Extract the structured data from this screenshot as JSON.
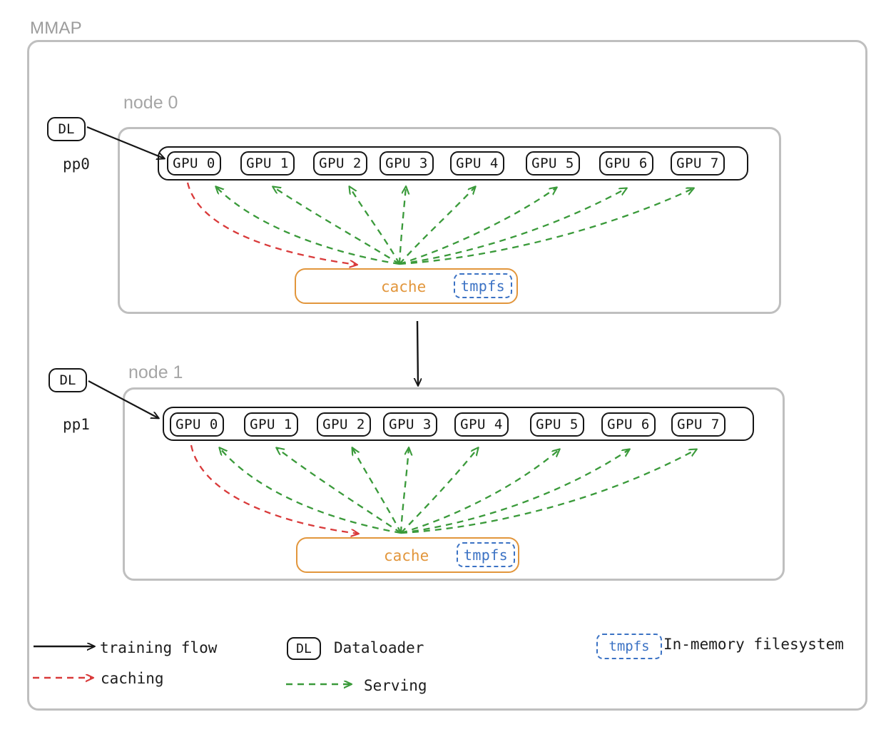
{
  "diagram": {
    "title": "MMAP",
    "colors": {
      "frame_gray": "#bfbfbf",
      "label_gray": "#9c9c9c",
      "ink": "#161616",
      "cache_orange": "#e2963c",
      "tmpfs_blue": "#3b72c4",
      "caching_red": "#d93a3a",
      "serving_green": "#3a9a3a"
    }
  },
  "nodes": [
    {
      "title": "node 0",
      "pp_label": "pp0",
      "dataloader_label": "DL",
      "gpus": [
        {
          "label": "GPU 0"
        },
        {
          "label": "GPU 1"
        },
        {
          "label": "GPU 2"
        },
        {
          "label": "GPU 3"
        },
        {
          "label": "GPU 4"
        },
        {
          "label": "GPU 5"
        },
        {
          "label": "GPU 6"
        },
        {
          "label": "GPU 7"
        }
      ],
      "cache": {
        "label": "cache",
        "badge": "tmpfs"
      }
    },
    {
      "title": "node 1",
      "pp_label": "pp1",
      "dataloader_label": "DL",
      "gpus": [
        {
          "label": "GPU 0"
        },
        {
          "label": "GPU 1"
        },
        {
          "label": "GPU 2"
        },
        {
          "label": "GPU 3"
        },
        {
          "label": "GPU 4"
        },
        {
          "label": "GPU 5"
        },
        {
          "label": "GPU 6"
        },
        {
          "label": "GPU 7"
        }
      ],
      "cache": {
        "label": "cache",
        "badge": "tmpfs"
      }
    }
  ],
  "legend": {
    "training_flow": "training flow",
    "caching": "caching",
    "dataloader_chip": "DL",
    "dataloader_text": "Dataloader",
    "serving": "Serving",
    "tmpfs_chip": "tmpfs",
    "tmpfs_text": "In-memory filesystem"
  }
}
